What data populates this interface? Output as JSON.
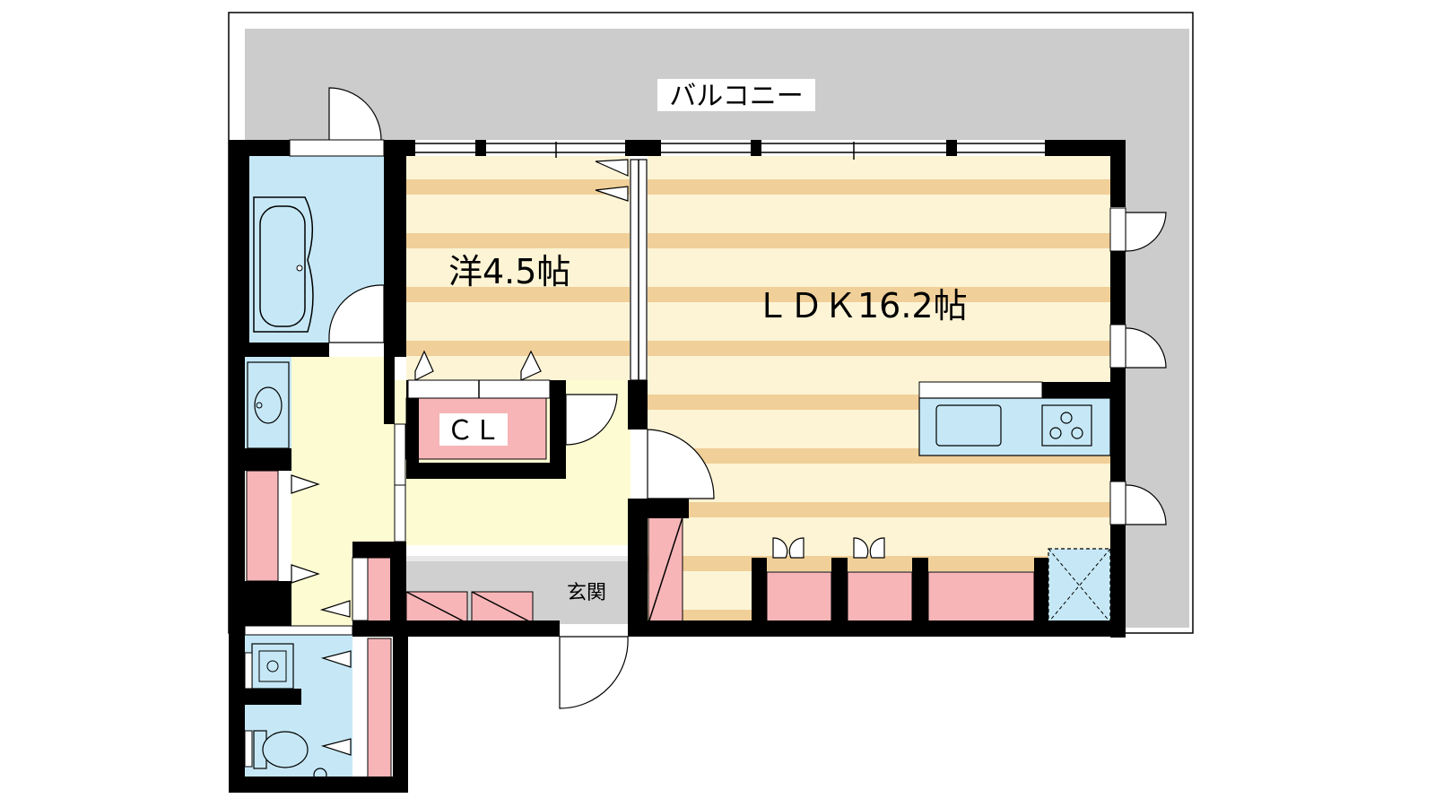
{
  "labels": {
    "balcony": "バルコニー",
    "western_room": "洋4.5帖",
    "ldk": "ＬＤＫ16.2帖",
    "closet": "ＣＬ",
    "entrance": "玄関"
  },
  "colors": {
    "balcony": "#cccccc",
    "wall": "#000000",
    "floor_stripe": "#f0cf98",
    "floor_light": "#fdf4d6",
    "hall": "#fdfbd2",
    "wet_area": "#c6e8f6",
    "storage": "#f7b5b7",
    "entrance_floor": "#d0d0d0"
  },
  "icons": {
    "bathtub": "bathtub-icon",
    "sink": "sink-icon",
    "toilet": "toilet-icon",
    "washing_machine": "washing-machine-icon",
    "stove": "stove-icon",
    "kitchen_sink": "kitchen-sink-icon",
    "refrigerator": "refrigerator-icon"
  }
}
